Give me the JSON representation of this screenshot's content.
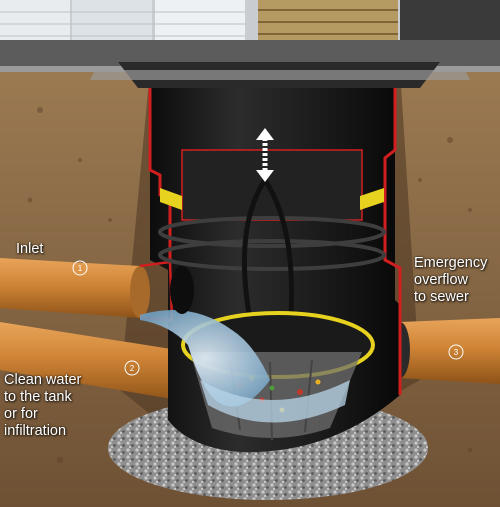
{
  "labels": {
    "inlet": "Inlet",
    "overflow": "Emergency\noverflow\nto sewer",
    "clean_water": "Clean water\nto the tank\nor for\ninfiltration"
  },
  "markers": {
    "m1": "1",
    "m2": "2",
    "m3": "3"
  },
  "colors": {
    "soil": "#8a6a48",
    "pipe": "#d08a3c",
    "tank": "#1e1e1e",
    "cutaway_edge": "#d11f1f",
    "grip_yellow": "#e6d21f",
    "water": "#9fc4dc",
    "gravel": "#9a9a9a"
  },
  "icons": {
    "lift_arrow": "double-arrow-vertical-icon"
  }
}
